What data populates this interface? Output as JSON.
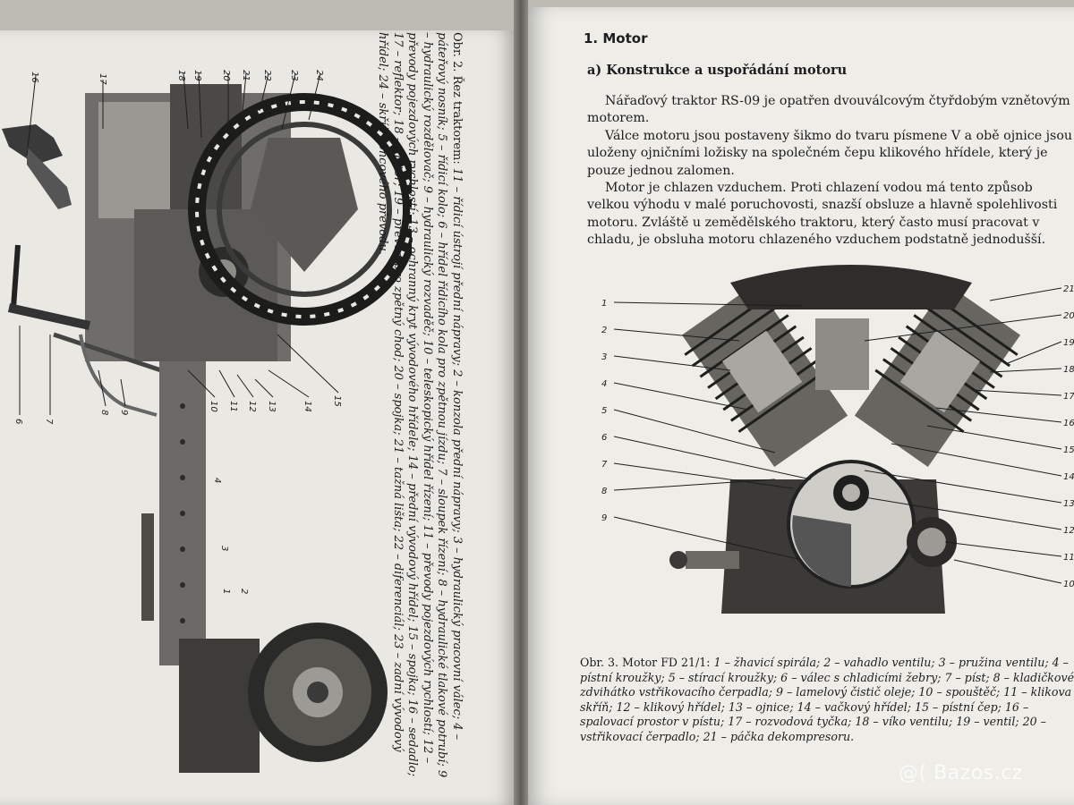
{
  "left_page": {
    "figure_labels": [
      "16",
      "17",
      "18",
      "19",
      "20",
      "21",
      "22",
      "23",
      "24",
      "6",
      "7",
      "8",
      "9",
      "10",
      "11",
      "12",
      "13",
      "14",
      "15",
      "4",
      "3",
      "1",
      "2"
    ],
    "caption": {
      "lead": "Obr. 2. Řez traktorem:",
      "text": "11 – řídicí ústrojí přední nápravy; 2 – konzola přední nápravy; 3 – hydraulický pracovní válec; 4 – páteřový nosník; 5 – řídicí kolo; 6 – hřídel řídicího kola pro zpětnou jízdu; 7 – sloupek řízení; 8 – hydraulické tlakové potrubí; 9 – hydraulický rozdělovač; 9 – hydraulický rozvaděč; 10 – teleskopický hřídel řízení; 11 – převody pojezdových rychlostí; 12 – převody pojezdových rychlostí; 13 – ochranný kryt vývodového hřídele; 14 – přední vývodový hřídel; 15 – spojka; 16 – sedadlo; 17 – reflektor; 18 – motor; 19 – převod pro zpětný chod; 20 – spojka; 21 – tažná lišta; 22 – diferenciál; 23 – zadní vývodový hřídel; 24 – skříň koncového převodu."
    }
  },
  "right_page": {
    "chapter_heading": "1. Motor",
    "section_heading": "a) Konstrukce a uspořádání motoru",
    "paragraphs": [
      "Nářaďový traktor RS-09 je opatřen dvouválcovým čtyřdobým vznětovým motorem.",
      "Válce motoru jsou postaveny šikmo do tvaru písmene V a obě ojnice jsou uloženy ojničními ložisky na společném čepu klikového hřídele, který je pouze jednou zalomen.",
      "Motor je chlazen vzduchem. Proti chlazení vodou má tento způsob velkou výhodu v malé poruchovosti, snazší obsluze a hlavně spolehlivosti motoru. Zvláště u zemědělského traktoru, který často musí pracovat v chladu, je obsluha motoru chlazeného vzduchem podstatně jednodušší."
    ],
    "figure_labels_left": [
      "1",
      "2",
      "3",
      "4",
      "5",
      "6",
      "7",
      "8",
      "9"
    ],
    "figure_labels_right": [
      "21",
      "20",
      "19",
      "18",
      "17",
      "16",
      "15",
      "14",
      "13",
      "12",
      "11",
      "10"
    ],
    "caption": {
      "lead": "Obr. 3. Motor FD 21/1:",
      "text": "1 – žhavicí spirála; 2 – vahadlo ventilu; 3 – pružina ventilu; 4 – pístní kroužky; 5 – stírací kroužky; 6 – válec s chladicími žebry; 7 – píst; 8 – kladičkové zdvihátko vstřikovacího čerpadla; 9 – lamelový čistič oleje; 10 – spouštěč; 11 – klikova skříň; 12 – klikový hřídel; 13 – ojnice; 14 – vačkový hřídel; 15 – pístní čep; 16 – spalovací prostor v pístu; 17 – rozvodová tyčka; 18 – víko ventilu; 19 – ventil; 20 – vstřikovací čerpadlo; 21 – páčka dekompresoru."
    }
  },
  "watermark": "@( Bazos.cz"
}
